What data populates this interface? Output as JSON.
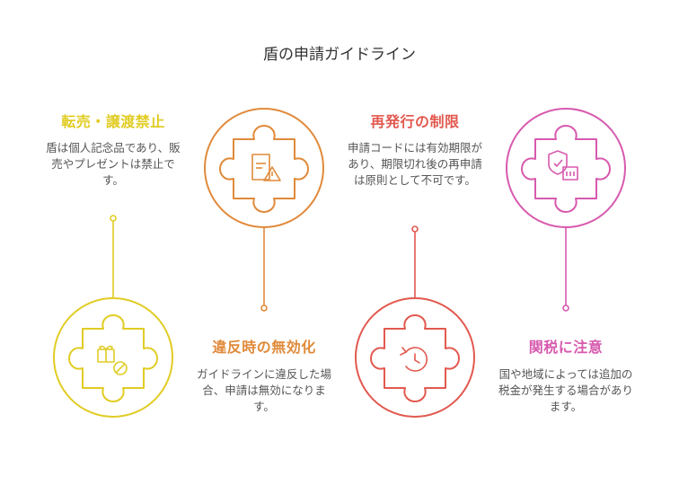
{
  "title": "盾の申請ガイドライン",
  "colors": {
    "yellow": "#E1CC23",
    "orange": "#E08A3A",
    "red": "#E2594F",
    "pink": "#D75AAE",
    "text": "#555555"
  },
  "steps": [
    {
      "heading": "転売・譲渡禁止",
      "description": "盾は個人記念品であり、販売やプレゼントは禁止です。",
      "icon": "gift-prohibited-icon",
      "color": "#E1CC23"
    },
    {
      "heading": "違反時の無効化",
      "description": "ガイドラインに違反した場合、申請は無効になります。",
      "icon": "document-warning-icon",
      "color": "#E08A3A"
    },
    {
      "heading": "再発行の制限",
      "description": "申請コードには有効期限があり、期限切れ後の再申請は原則として不可です。",
      "icon": "reissue-limit-icon",
      "color": "#E2594F"
    },
    {
      "heading": "関税に注意",
      "description": "国や地域によっては追加の税金が発生する場合があります。",
      "icon": "shield-building-icon",
      "color": "#D75AAE"
    }
  ]
}
